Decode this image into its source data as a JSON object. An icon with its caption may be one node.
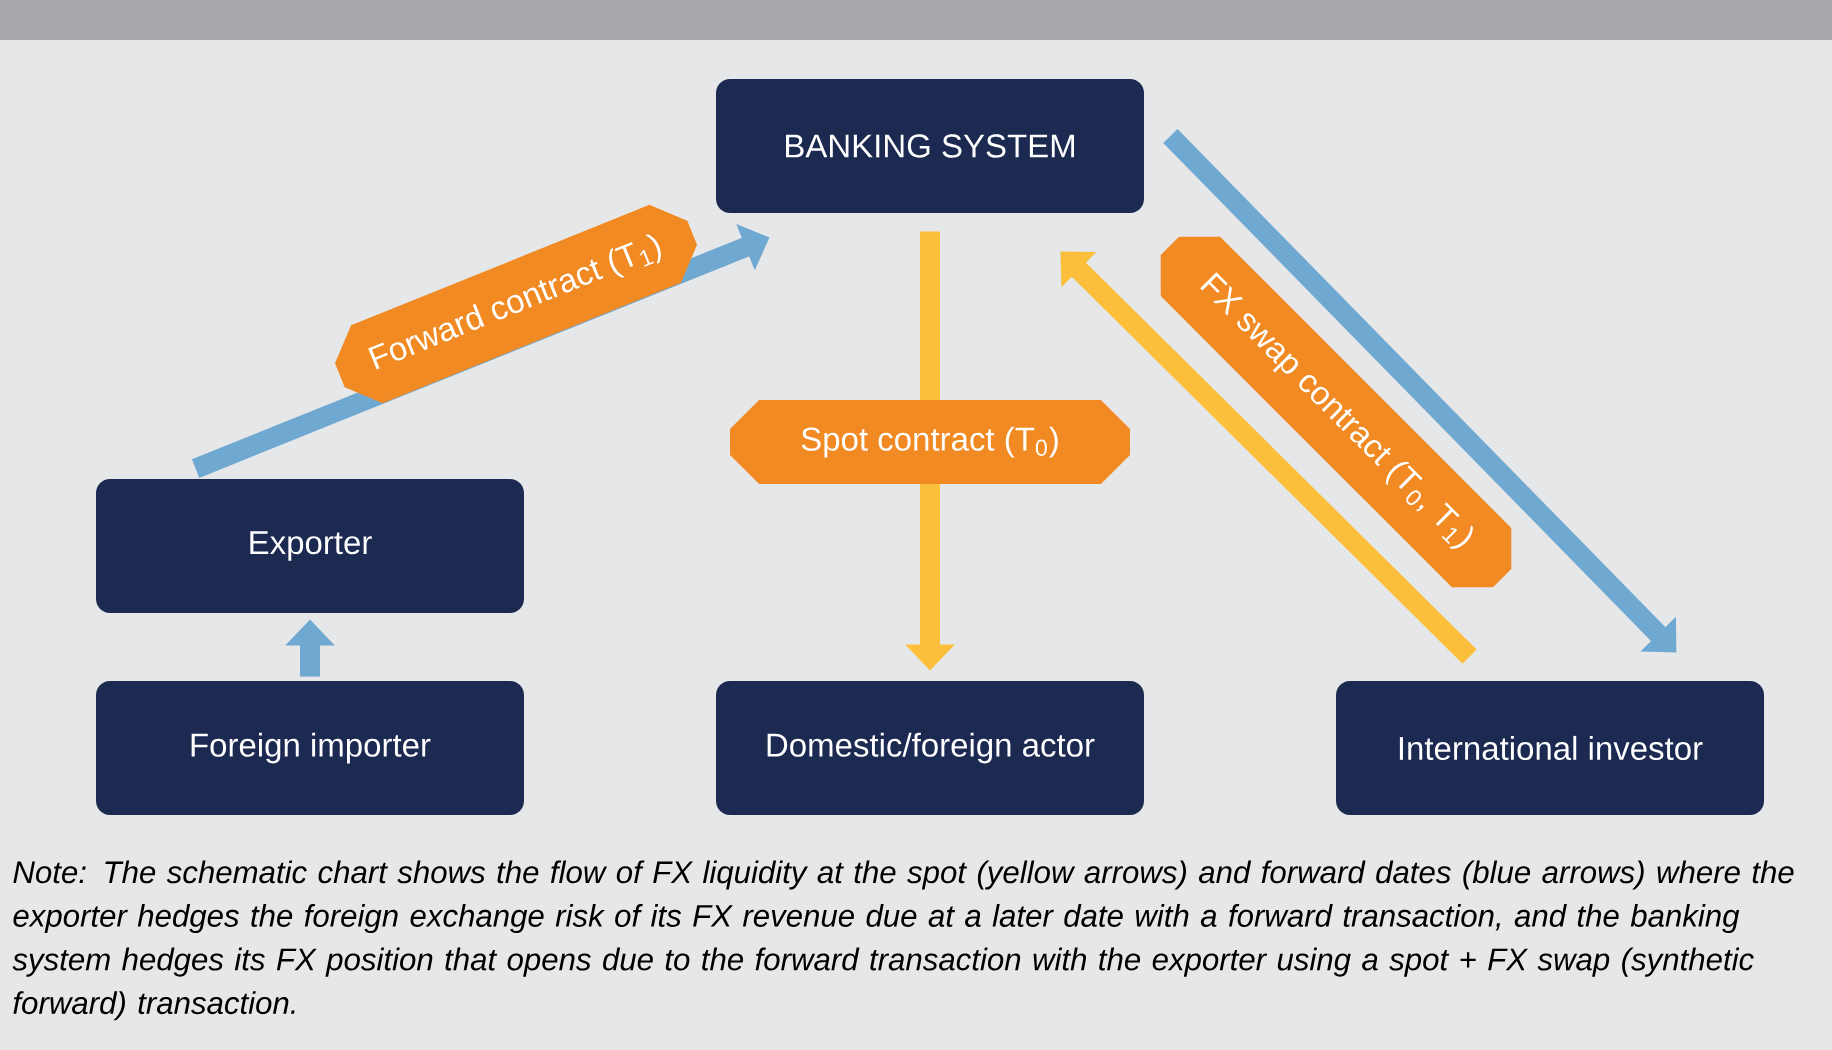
{
  "diagram": {
    "caption": "Note: The schematic chart shows the flow of FX liquidity at the spot (yellow arrows) and forward dates (blue arrows) where the exporter hedges the foreign exchange risk of its FX revenue due at a later date with a forward transaction, and the banking system hedges its FX position that opens due to the forward transaction with the exporter using a spot + FX swap (synthetic forward) transaction.",
    "nodes": [
      {
        "text": [
          "BANKING SYSTEM"
        ]
      },
      {
        "text": [
          "Exporter"
        ]
      },
      {
        "text": [
          "Foreign importer"
        ]
      },
      {
        "text": [
          "Domestic/foreign actor"
        ]
      },
      {
        "text": [
          "International investor"
        ]
      }
    ],
    "edges": [
      {
        "from": 1,
        "to": 0,
        "arrow": "to",
        "label": "Forward contract (T$_{1}$)"
      },
      {
        "from": 2,
        "to": 1,
        "arrow": "to"
      },
      {
        "from": 0,
        "to": 3,
        "arrow": "to",
        "label": "Spot contract  (T$_{0}$)",
        "color": "#fbbf3c"
      },
      {
        "from": 0,
        "to": 4,
        "arrow": "to"
      },
      {
        "from": 4,
        "to": 0,
        "arrow": "to",
        "label": "FX swap contract (T$_{0}$, T$_{1}$)",
        "color": "#fbbf3c"
      }
    ]
  }
}
